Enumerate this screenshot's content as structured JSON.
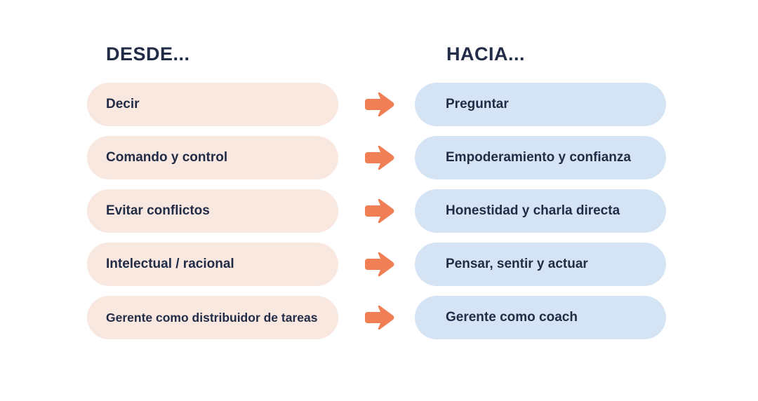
{
  "headings": {
    "from": "DESDE...",
    "to": "HACIA..."
  },
  "rows": [
    {
      "from": "Decir",
      "to": "Preguntar"
    },
    {
      "from": "Comando y control",
      "to": "Empoderamiento y confianza"
    },
    {
      "from": "Evitar conflictos",
      "to": "Honestidad y charla directa"
    },
    {
      "from": "Intelectual / racional",
      "to": "Pensar, sentir y actuar"
    },
    {
      "from": "Gerente como distribuidor de tareas",
      "to": "Gerente como coach"
    }
  ],
  "colors": {
    "from_pill": "#f9e8e0",
    "to_pill": "#d4e4f5",
    "arrow": "#f07f56",
    "text": "#232c47"
  },
  "icons": {
    "arrow": "arrow-right-icon"
  }
}
